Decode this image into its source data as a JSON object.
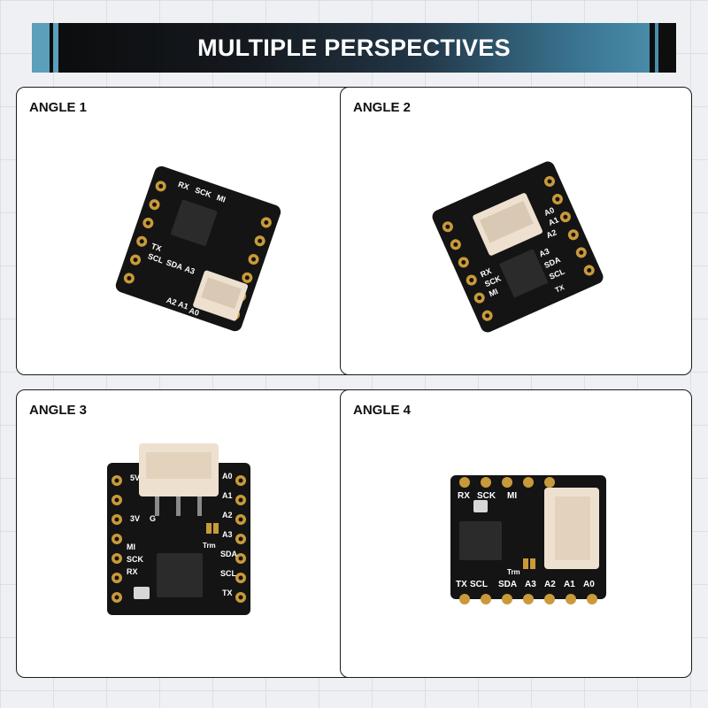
{
  "header": {
    "title": "MULTIPLE PERSPECTIVES"
  },
  "panels": [
    {
      "label": "ANGLE 1"
    },
    {
      "label": "ANGLE 2"
    },
    {
      "label": "ANGLE 3"
    },
    {
      "label": "ANGLE 4"
    }
  ],
  "board": {
    "silkscreen": {
      "rx": "RX",
      "sck": "SCK",
      "mi": "MI",
      "tx": "TX",
      "scl": "SCL",
      "sda": "SDA",
      "a3": "A3",
      "a2": "A2",
      "a1": "A1",
      "a0": "A0",
      "v3": "3V",
      "g": "G",
      "v5": "5V",
      "trim": "Trm"
    }
  },
  "colors": {
    "pcb": "#141414",
    "pad_gold": "#c99a3a",
    "connector": "#eee0cf",
    "banner_accent": "#5b9fbb"
  }
}
